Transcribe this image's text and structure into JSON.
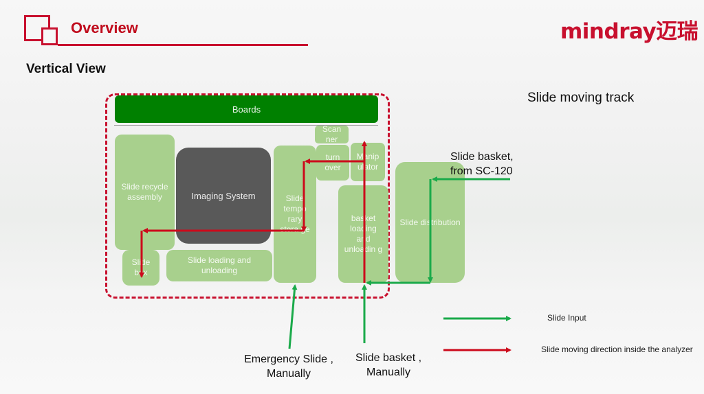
{
  "header": {
    "title": "Overview",
    "subtitle": "Vertical View",
    "brand": "mindray迈瑞"
  },
  "diagram": {
    "heading": "Slide moving track",
    "boards": "Boards",
    "blocks": {
      "scanner": "Scan ner",
      "turnover": "turn over",
      "manipulator": "Manip ulator",
      "recycle": "Slide recycle assembly",
      "imaging": "Imaging System",
      "temp_storage": "Slide tempo rary stora ge",
      "basket_loading": "basket loading and unloadin g",
      "distribution": "Slide distribution",
      "slide_box": "Slide box",
      "slide_loading": "Slide loading and unloading"
    },
    "labels": {
      "basket_sc120_line1": "Slide basket,",
      "basket_sc120_line2": "from SC-120",
      "emergency_line1": "Emergency Slide ,",
      "emergency_line2": "Manually",
      "basket_manual_line1": "Slide basket ,",
      "basket_manual_line2": "Manually"
    },
    "legend": [
      {
        "label": "Slide Input",
        "color": "#1aaa4a"
      },
      {
        "label": "Slide moving direction inside the analyzer",
        "color": "#cc0a1b"
      }
    ],
    "colors": {
      "accent": "#c8102e",
      "boards": "#008000",
      "module": "#a8d08d",
      "imaging": "#595959",
      "input_arrow": "#1aaa4a",
      "internal_arrow": "#cc0a1b"
    }
  }
}
